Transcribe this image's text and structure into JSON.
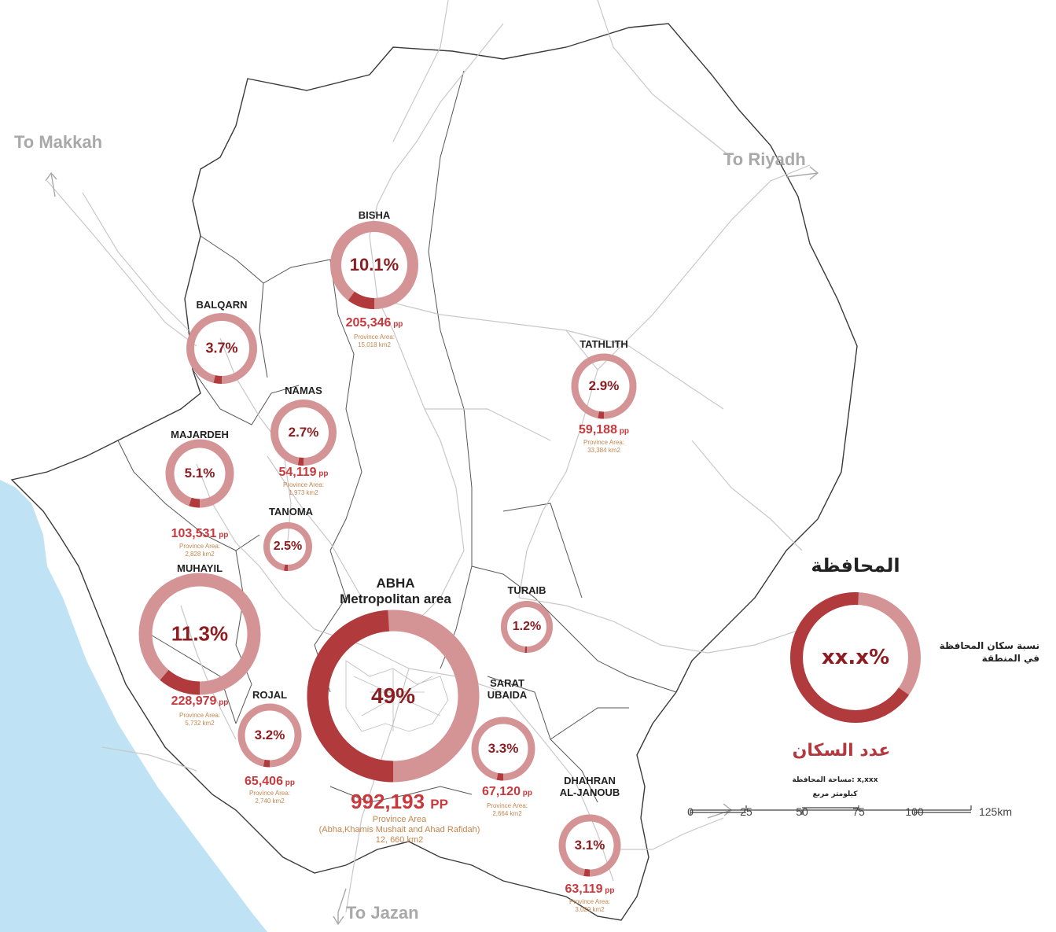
{
  "destinations": {
    "makkah": "To Makkah",
    "riyadh": "To Riyadh",
    "jazan": "To Jazan"
  },
  "provinces": [
    {
      "id": "bisha",
      "name": "BISHA",
      "pct_label": "10.1%",
      "pct": 10.1,
      "pop": "205,346",
      "unit": "pp",
      "area_label": "Province Area:",
      "area": "15,018 km2"
    },
    {
      "id": "balqarn",
      "name": "BALQARN",
      "pct_label": "3.7%",
      "pct": 3.7,
      "pop": "",
      "unit": "",
      "area_label": "",
      "area": ""
    },
    {
      "id": "tathlith",
      "name": "TATHLITH",
      "pct_label": "2.9%",
      "pct": 2.9,
      "pop": "59,188",
      "unit": "pp",
      "area_label": "Province Area:",
      "area": "33,384 km2"
    },
    {
      "id": "namas",
      "name": "NAMAS",
      "pct_label": "2.7%",
      "pct": 2.7,
      "pop": "54,119",
      "unit": "pp",
      "area_label": "Province Area:",
      "area": "1,973 km2"
    },
    {
      "id": "majardeh",
      "name": "MAJARDEH",
      "pct_label": "5.1%",
      "pct": 5.1,
      "pop": "103,531",
      "unit": "pp",
      "area_label": "Province Area:",
      "area": "2,828 km2"
    },
    {
      "id": "tanoma",
      "name": "TANOMA",
      "pct_label": "2.5%",
      "pct": 2.5,
      "pop": "",
      "unit": "",
      "area_label": "",
      "area": ""
    },
    {
      "id": "muhayil",
      "name": "MUHAYIL",
      "pct_label": "11.3%",
      "pct": 11.3,
      "pop": "228,979",
      "unit": "pp",
      "area_label": "Province Area:",
      "area": "5,732 km2"
    },
    {
      "id": "turaib",
      "name": "TURAIB",
      "pct_label": "1.2%",
      "pct": 1.2,
      "pop": "",
      "unit": "",
      "area_label": "",
      "area": ""
    },
    {
      "id": "rojal",
      "name": "ROJAL",
      "pct_label": "3.2%",
      "pct": 3.2,
      "pop": "65,406",
      "unit": "pp",
      "area_label": "Province Area:",
      "area": "2,740 km2"
    },
    {
      "id": "sarat",
      "name": "SARAT\nUBAIDA",
      "pct_label": "3.3%",
      "pct": 3.3,
      "pop": "67,120",
      "unit": "pp",
      "area_label": "Province Area:",
      "area": "2,664 km2"
    },
    {
      "id": "dhahran",
      "name": "DHAHRAN\nAL-JANOUB",
      "pct_label": "3.1%",
      "pct": 3.1,
      "pop": "63,119",
      "unit": "pp",
      "area_label": "Province Area:",
      "area": "3,029 km2"
    }
  ],
  "abha": {
    "title_line1": "ABHA",
    "title_line2": "Metropolitan area",
    "pct_label": "49%",
    "pct": 49,
    "pop": "992,193",
    "unit": "PP",
    "area_line1": "Province Area",
    "area_line2": "(Abha,Khamis Mushait and Ahad Rafidah)",
    "area_line3": "12, 660 km2"
  },
  "legend": {
    "title": "المحافظة",
    "pct_label": "xx.x%",
    "side_line1": "نسبة سكان المحافظة",
    "side_line2": "في المنطقة",
    "pop_label": "عدد السكان",
    "area_line1": "x,xxx :مساحة المحافظة",
    "area_line2": "كيلومتر مربع"
  },
  "scale": {
    "ticks": [
      "0",
      "25",
      "50",
      "75",
      "100",
      "125km"
    ]
  },
  "colors": {
    "ring_light": "#d49394",
    "ring_dark": "#b13a3d",
    "percent_text": "#8c1e22",
    "population_text": "#c8393e",
    "area_text": "#c4864f",
    "sea": "#bfe3f4",
    "roads": "#c8c8c8",
    "borders": "#3a3a3a"
  }
}
